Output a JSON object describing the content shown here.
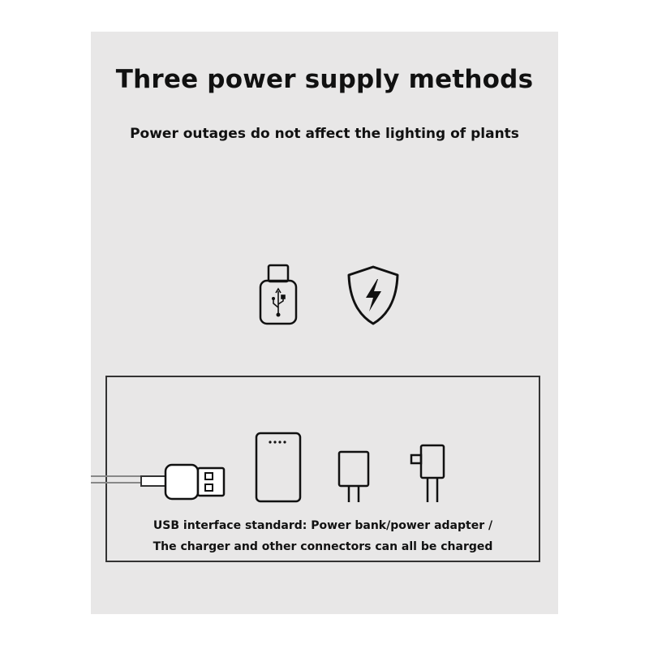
{
  "header": {
    "title": "Three power supply methods",
    "subtitle": "Power outages do not affect the lighting of plants"
  },
  "icons": [
    "usb-plug-icon",
    "lightning-shield-icon",
    "usb-cable-icon",
    "power-bank-icon",
    "charger-icon",
    "power-adapter-icon"
  ],
  "connectors": {
    "caption_line1": "USB interface standard: Power bank/power adapter /",
    "caption_line2": "The charger and other connectors can all be charged"
  }
}
